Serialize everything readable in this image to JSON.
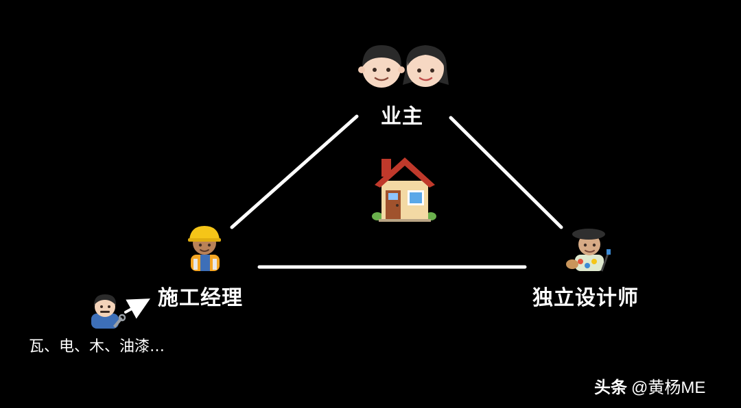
{
  "diagram": {
    "nodes": {
      "owner": {
        "label": "业主",
        "icon": "couple-icon"
      },
      "project_manager": {
        "label": "施工经理",
        "icon": "construction-worker-icon"
      },
      "designer": {
        "label": "独立设计师",
        "icon": "artist-icon"
      },
      "trades": {
        "label": "瓦、电、木、油漆…",
        "icon": "mechanic-icon"
      }
    },
    "center_icon": "house-icon",
    "edges": [
      {
        "from": "owner",
        "to": "project_manager"
      },
      {
        "from": "owner",
        "to": "designer"
      },
      {
        "from": "project_manager",
        "to": "designer"
      },
      {
        "from": "trades",
        "to": "project_manager",
        "arrow": true
      }
    ]
  },
  "watermark": {
    "brand": "头条",
    "handle": "@黄杨ME"
  },
  "colors": {
    "background": "#000000",
    "foreground": "#ffffff"
  }
}
